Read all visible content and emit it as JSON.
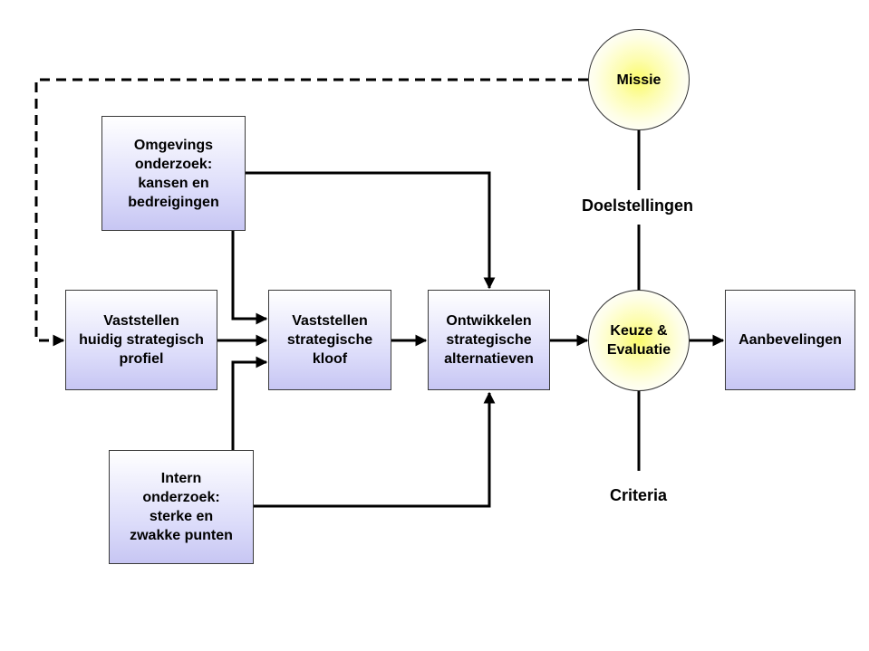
{
  "diagram": {
    "boxes": {
      "omgeving": "Omgevings\nonderzoek:\nkansen en\nbedreigingen",
      "vaststellen_profiel": "Vaststellen\nhuidig strategisch\nprofiel",
      "vaststellen_kloof": "Vaststellen\nstrategische\nkloof",
      "ontwikkelen": "Ontwikkelen\nstrategische\nalternatieven",
      "aanbevelingen": "Aanbevelingen",
      "intern": "Intern\nonderzoek:\nsterke en\nzwakke punten"
    },
    "circles": {
      "missie": "Missie",
      "keuze": "Keuze &\nEvaluatie"
    },
    "labels": {
      "doelstellingen": "Doelstellingen",
      "criteria": "Criteria"
    },
    "colors": {
      "box_gradient_bottom": "#c7c6f3",
      "circle_glow": "#fbfb6a",
      "line": "#000000"
    }
  }
}
